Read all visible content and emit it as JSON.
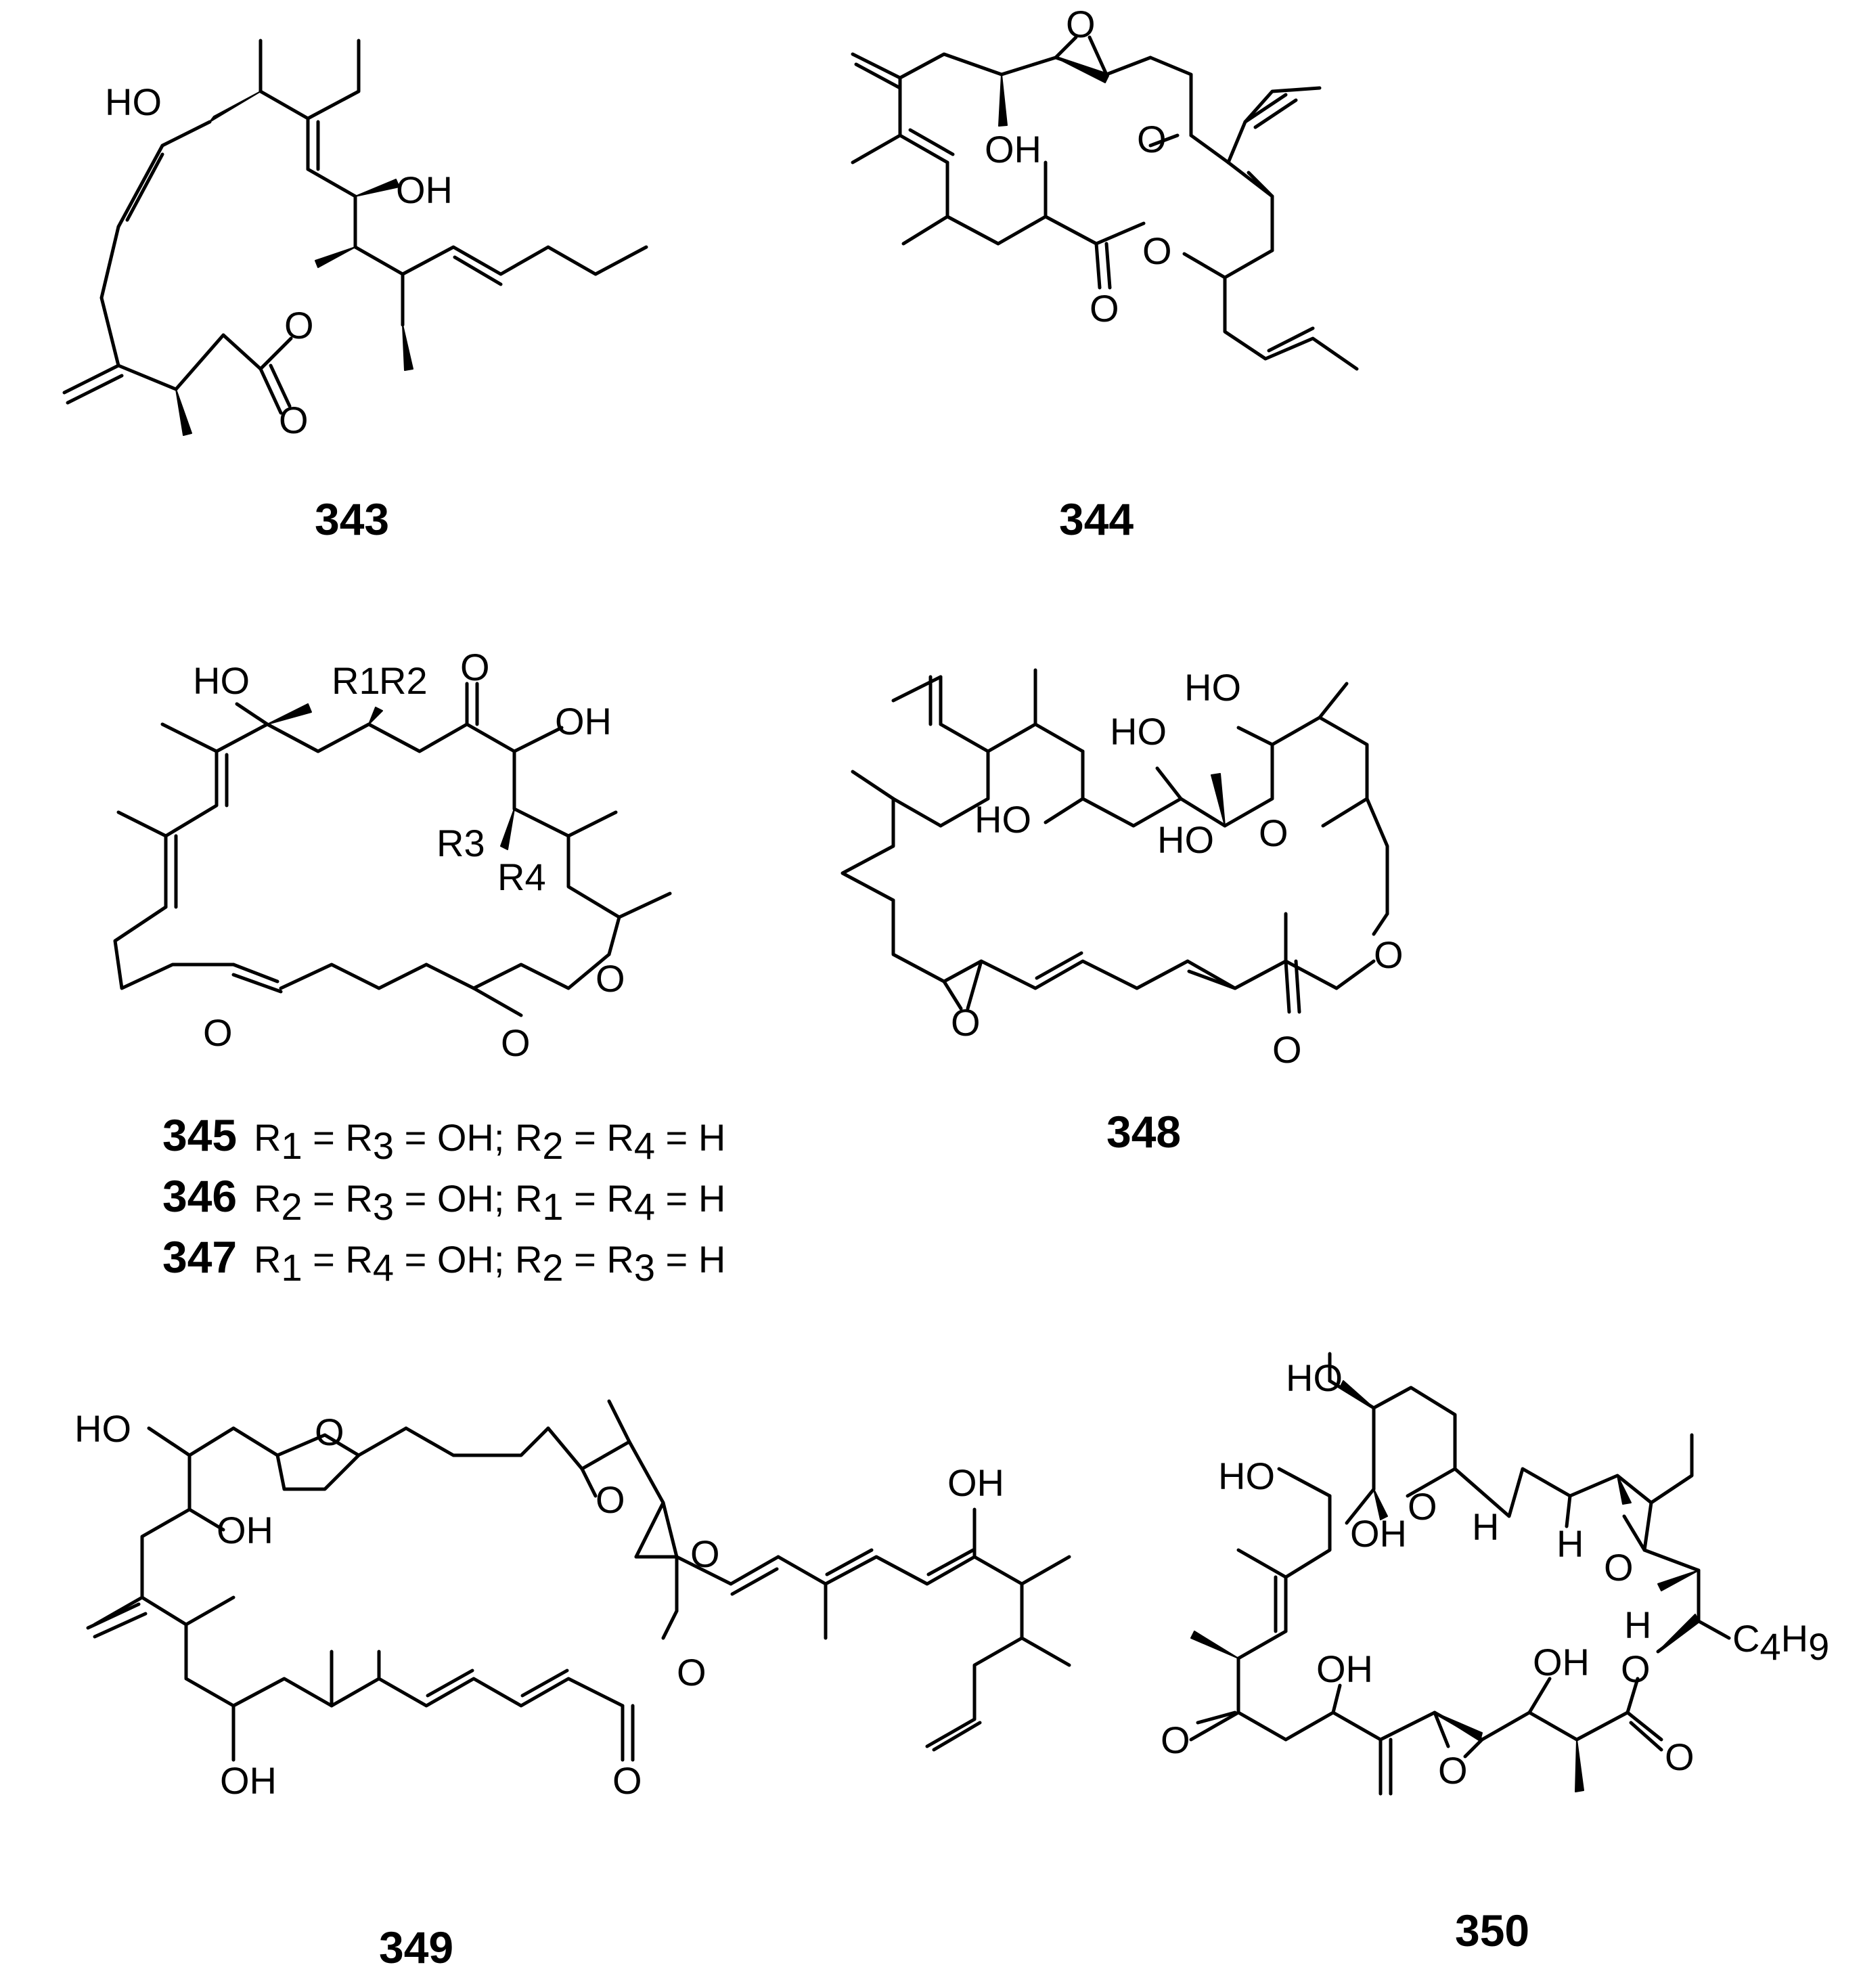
{
  "figure": {
    "compounds": [
      {
        "id": "343",
        "label": "343"
      },
      {
        "id": "344",
        "label": "344"
      },
      {
        "id": "345",
        "label": "345",
        "substituents": "R1 = R3 = OH; R2 = R4 = H"
      },
      {
        "id": "346",
        "label": "346",
        "substituents": "R2 = R3 = OH; R1 = R4 = H"
      },
      {
        "id": "347",
        "label": "347",
        "substituents": "R1 = R4 = OH; R2 = R3 = H"
      },
      {
        "id": "348",
        "label": "348"
      },
      {
        "id": "349",
        "label": "349"
      },
      {
        "id": "350",
        "label": "350"
      }
    ],
    "r_groups": {
      "r1": "R1",
      "r2": "R2",
      "r3": "R3",
      "r4": "R4"
    },
    "legend_rows": [
      {
        "num": "345",
        "a": "R",
        "a_sub": "1",
        "b": " = R",
        "b_sub": "3",
        "c": " = OH; R",
        "c_sub": "2",
        "d": " = R",
        "d_sub": "4",
        "e": " = H"
      },
      {
        "num": "346",
        "a": "R",
        "a_sub": "2",
        "b": " = R",
        "b_sub": "3",
        "c": " = OH; R",
        "c_sub": "1",
        "d": " = R",
        "d_sub": "4",
        "e": " = H"
      },
      {
        "num": "347",
        "a": "R",
        "a_sub": "1",
        "b": " = R",
        "b_sub": "4",
        "c": " = OH; R",
        "c_sub": "2",
        "d": " = R",
        "d_sub": "3",
        "e": " = H"
      }
    ],
    "atoms": {
      "oh": "OH",
      "ho": "HO",
      "o": "O",
      "h": "H",
      "c4h9_main": "C",
      "c4h9_sub1": "4",
      "c4h9_h": "H",
      "c4h9_sub2": "9"
    }
  }
}
